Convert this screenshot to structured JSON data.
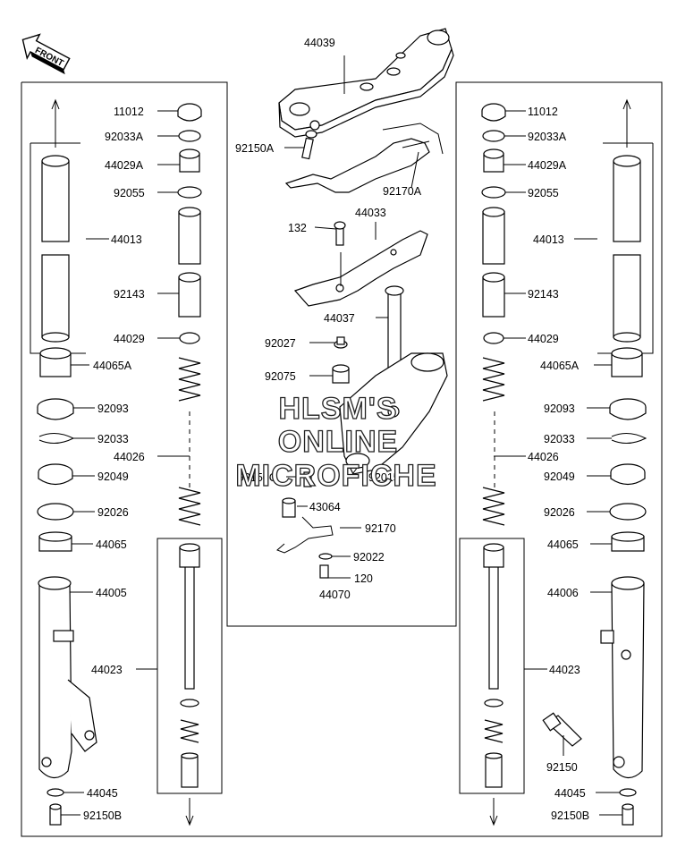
{
  "front_badge": "FRONT",
  "watermark": [
    "HLSM'S",
    "ONLINE",
    "MICROFICHE"
  ],
  "labels": {
    "p44039": "44039",
    "p92150A": "92150A",
    "p92170A": "92170A",
    "p132": "132",
    "p44033": "44033",
    "p44037": "44037",
    "p92027": "92027",
    "p92075": "92075",
    "p92150C": "92150C",
    "p92015": "92015",
    "p43064": "43064",
    "p92170": "92170",
    "p92022": "92022",
    "p120": "120",
    "p44070": "44070",
    "L11012": "11012",
    "L92033A": "92033A",
    "L44029A": "44029A",
    "L92055": "92055",
    "L44013": "44013",
    "L92143": "92143",
    "L44029": "44029",
    "L44065A": "44065A",
    "L92093": "92093",
    "L92033": "92033",
    "L44026": "44026",
    "L92049": "92049",
    "L92026": "92026",
    "L44065": "44065",
    "L44005": "44005",
    "L44023": "44023",
    "L44045": "44045",
    "L92150B": "92150B",
    "R11012": "11012",
    "R92033A": "92033A",
    "R44029A": "44029A",
    "R92055": "92055",
    "R44013": "44013",
    "R92143": "92143",
    "R44029": "44029",
    "R44065A": "44065A",
    "R92093": "92093",
    "R92033": "92033",
    "R44026": "44026",
    "R92049": "92049",
    "R92026": "92026",
    "R44065": "44065",
    "R44006": "44006",
    "R44023": "44023",
    "R92150": "92150",
    "R44045": "44045",
    "R92150B": "92150B"
  }
}
